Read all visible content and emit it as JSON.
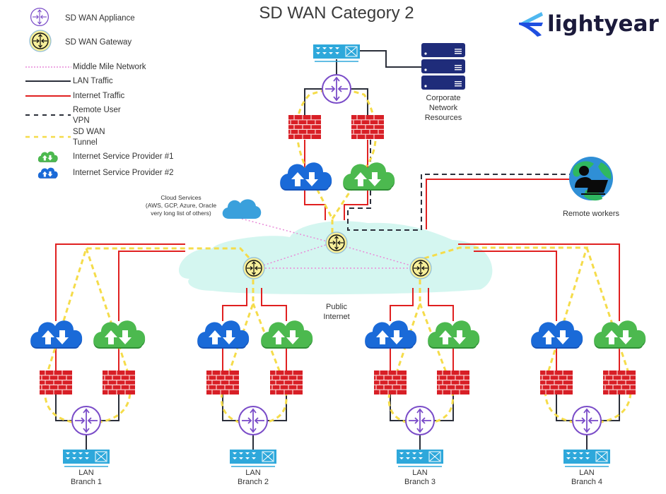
{
  "title": "SD WAN Category 2",
  "logo": {
    "text": "lightyear",
    "colors": {
      "text": "#1b1a3b",
      "mark_dark": "#1f4fe0",
      "mark_light": "#4fb8f0"
    }
  },
  "legend": {
    "items": [
      {
        "label": "SD WAN Appliance",
        "icon": "sd-wan-appliance-icon"
      },
      {
        "label": "SD WAN Gateway",
        "icon": "sd-wan-gateway-icon"
      },
      {
        "label": "Middle Mile Network",
        "line": "pink-dotted"
      },
      {
        "label": "LAN Traffic",
        "line": "dark-solid"
      },
      {
        "label": "Internet Traffic",
        "line": "red-solid"
      },
      {
        "label_line1": "Remote User",
        "label_line2": "VPN",
        "line": "dark-dashed"
      },
      {
        "label_line1": "SD WAN",
        "label_line2": "Tunnel",
        "line": "yellow-dashed"
      },
      {
        "label": "Internet Service Provider #1",
        "icon": "green-cloud-icon"
      },
      {
        "label": "Internet Service Provider #2",
        "icon": "blue-cloud-icon"
      }
    ]
  },
  "nodes": {
    "corporate": {
      "line1": "Corporate",
      "line2": "Network",
      "line3": "Resources"
    },
    "remote_workers": "Remote workers",
    "cloud_services": {
      "line1": "Cloud Services",
      "line2": "(AWS, GCP, Azure, Oracle",
      "line3": "very long list of others)"
    },
    "public_internet": {
      "line1": "Public",
      "line2": "Internet"
    },
    "branches": [
      {
        "line1": "LAN",
        "line2": "Branch 1"
      },
      {
        "line1": "LAN",
        "line2": "Branch 2"
      },
      {
        "line1": "LAN",
        "line2": "Branch 3"
      },
      {
        "line1": "LAN",
        "line2": "Branch 4"
      }
    ]
  },
  "colors": {
    "internet": "#e02020",
    "lan": "#2b2f3a",
    "tunnel": "#f5dc4a",
    "middle_mile": "#e98ad8",
    "isp1": "#4cb94f",
    "isp2": "#1a6ad8",
    "appliance": "#7a4cc8",
    "gateway_fill": "#f7ef9a",
    "public_internet": "#d4f6f0",
    "switch": "#2ea8db",
    "server": "#1f2c7a",
    "firewall": "#d81f26",
    "cloud_services": "#3aa0dc"
  }
}
